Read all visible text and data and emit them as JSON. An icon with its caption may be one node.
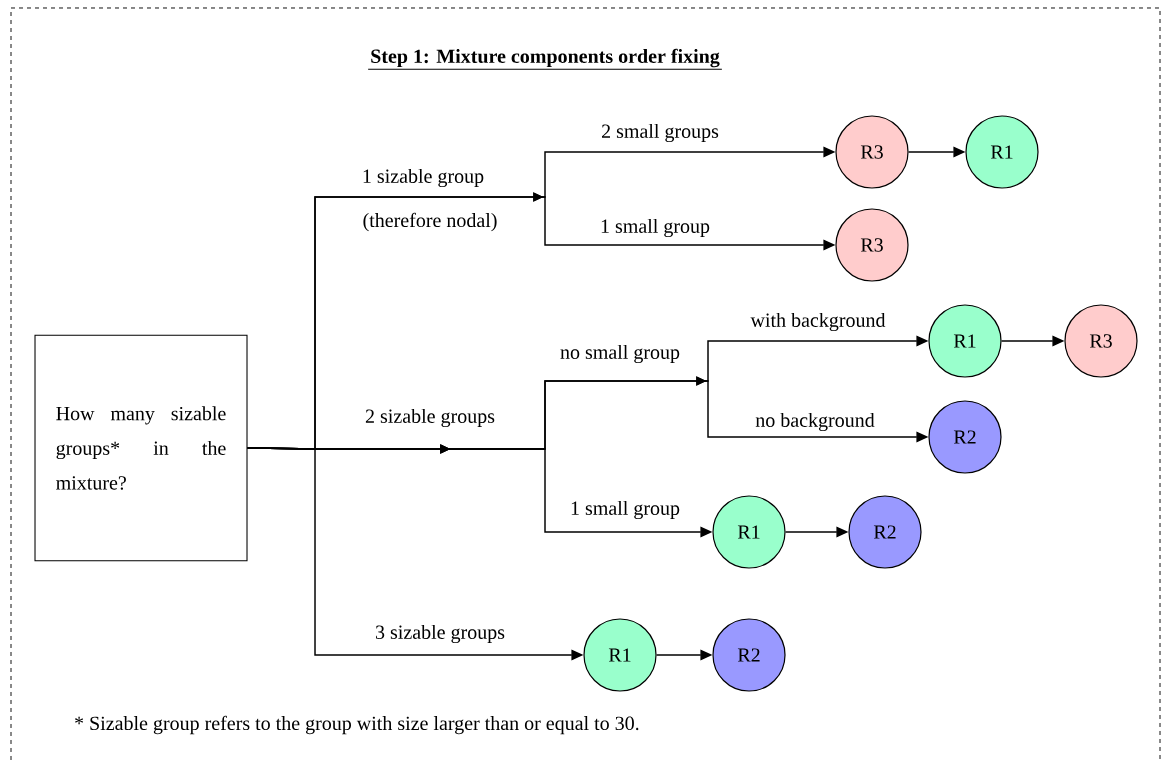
{
  "diagram": {
    "title": "Step 1: Mixture components order fixing",
    "nodes": [
      {
        "text": [
          "How many sizable groups* in the mixture?"
        ]
      },
      {
        "text": [
          "R3"
        ]
      },
      {
        "text": [
          "R1"
        ]
      },
      {
        "text": [
          "R3"
        ]
      },
      {
        "text": [
          "R1"
        ]
      },
      {
        "text": [
          "R3"
        ]
      },
      {
        "text": [
          "R2"
        ]
      },
      {
        "text": [
          "R1"
        ]
      },
      {
        "text": [
          "R2"
        ]
      },
      {
        "text": [
          "R1"
        ]
      },
      {
        "text": [
          "R2"
        ]
      }
    ],
    "edges": [
      {
        "from": 0,
        "to": 1,
        "arrow": "to",
        "label": "2 small groups"
      },
      {
        "from": 1,
        "to": 2,
        "arrow": "to"
      },
      {
        "from": 0,
        "to": 3,
        "arrow": "to",
        "label": "1 small group"
      },
      {
        "from": 0,
        "to": 4,
        "arrow": "to",
        "label": "with background"
      },
      {
        "from": 4,
        "to": 5,
        "arrow": "to"
      },
      {
        "from": 0,
        "to": 6,
        "arrow": "to",
        "label": "no background"
      },
      {
        "from": 0,
        "to": 7,
        "arrow": "to",
        "label": "1 small group"
      },
      {
        "from": 7,
        "to": 8,
        "arrow": "to"
      },
      {
        "from": 0,
        "to": 9,
        "arrow": "to",
        "label": "3 sizable groups"
      },
      {
        "from": 9,
        "to": 10,
        "arrow": "to"
      }
    ],
    "labels": [
      "1 sizable group",
      "(therefore nodal)",
      "no small group",
      "2 sizable groups",
      "* Sizable group refers to the group with size larger than or equal to 30."
    ]
  }
}
